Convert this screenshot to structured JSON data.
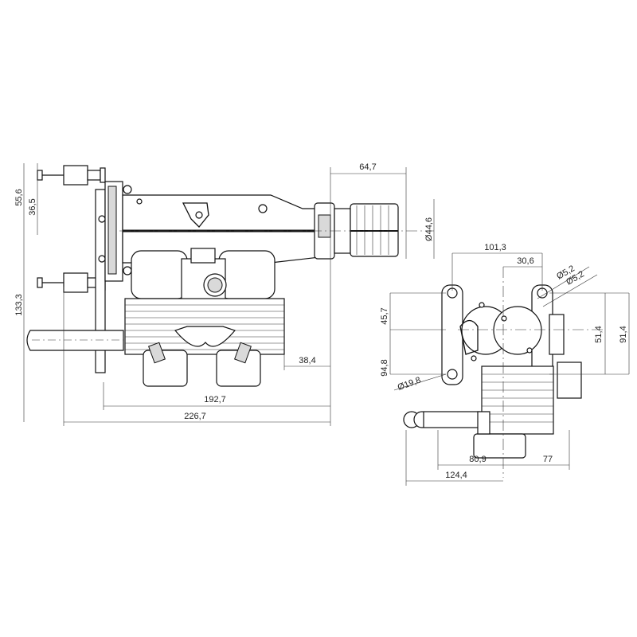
{
  "front_view": {
    "dim_width_top": "64,7",
    "dim_diameter_hub": "Ø44,6",
    "dim_left_1": "55,6",
    "dim_left_2": "36,5",
    "dim_left_height": "133,3",
    "dim_38": "38,4",
    "dim_192": "192,7",
    "dim_226": "226,7"
  },
  "side_view": {
    "dim_101": "101,3",
    "dim_30": "30,6",
    "dim_hole_a": "Ø5,2",
    "dim_hole_b": "Ø5,2",
    "dim_45": "45,7",
    "dim_51": "51,4",
    "dim_91": "91,4",
    "dim_94": "94,8",
    "dim_19": "Ø19,8",
    "dim_80": "80,9",
    "dim_77": "77",
    "dim_124": "124,4"
  }
}
